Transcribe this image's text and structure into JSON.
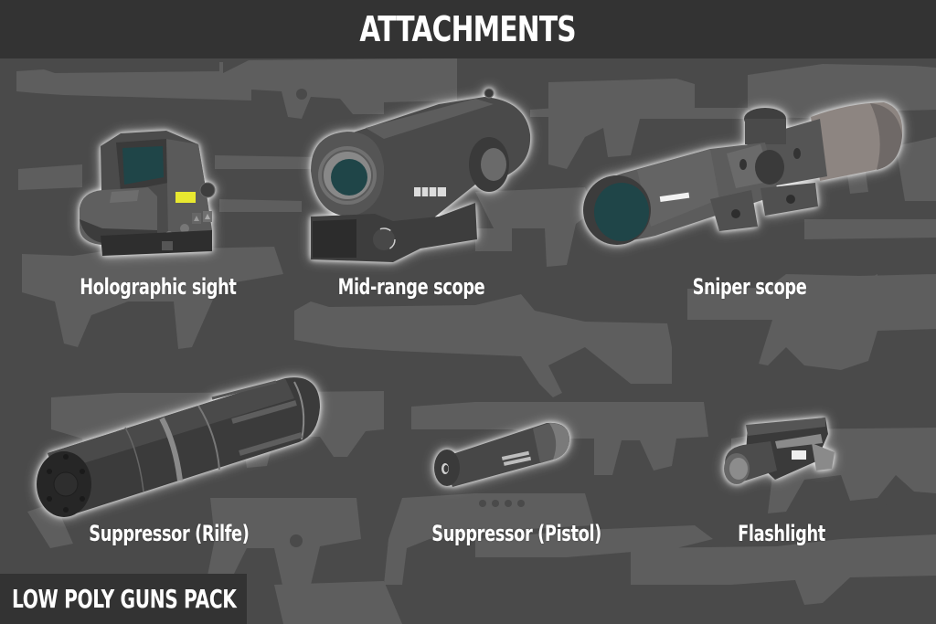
{
  "header": {
    "title": "ATTACHMENTS"
  },
  "footer": {
    "title": "LOW POLY GUNS PACK"
  },
  "colors": {
    "header_bg": "#333333",
    "background": "#4a4a4a",
    "silhouette": "#5f5f5f",
    "text": "#ffffff",
    "lens": "#1f4548",
    "holo_indicator": "#e8e830"
  },
  "attachments": [
    {
      "name": "Holographic sight",
      "icon": "holographic-sight-icon"
    },
    {
      "name": "Mid-range scope",
      "icon": "mid-range-scope-icon"
    },
    {
      "name": "Sniper scope",
      "icon": "sniper-scope-icon"
    },
    {
      "name": "Suppressor (Rilfe)",
      "icon": "rifle-suppressor-icon"
    },
    {
      "name": "Suppressor (Pistol)",
      "icon": "pistol-suppressor-icon"
    },
    {
      "name": "Flashlight",
      "icon": "flashlight-icon"
    }
  ]
}
